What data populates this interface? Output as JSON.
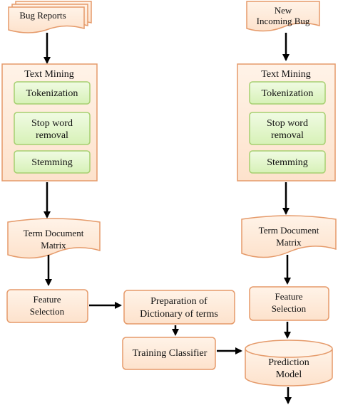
{
  "colors": {
    "peach_fill": "#fde2cc",
    "peach_light": "#fff3e8",
    "peach_stroke": "#e59a6a",
    "green_fill": "#d7f1b7",
    "green_light": "#f0fbe3",
    "green_stroke": "#a6d070",
    "arrow": "#000000",
    "text": "#111111"
  },
  "left": {
    "input_doc": "Bug Reports",
    "text_mining": {
      "title": "Text Mining",
      "steps": [
        "Tokenization",
        "Stop word\nremoval",
        "Stemming"
      ]
    },
    "term_doc": "Term Document\nMatrix",
    "feature_selection": "Feature\nSelection"
  },
  "middle": {
    "dictionary": "Preparation of\nDictionary of terms",
    "training": "Training Classifier"
  },
  "right": {
    "input_doc": "New\nIncoming Bug",
    "text_mining": {
      "title": "Text Mining",
      "steps": [
        "Tokenization",
        "Stop word\nremoval",
        "Stemming"
      ]
    },
    "term_doc": "Term Document\nMatrix",
    "feature_selection": "Feature\nSelection",
    "prediction": "Prediction\nModel"
  }
}
